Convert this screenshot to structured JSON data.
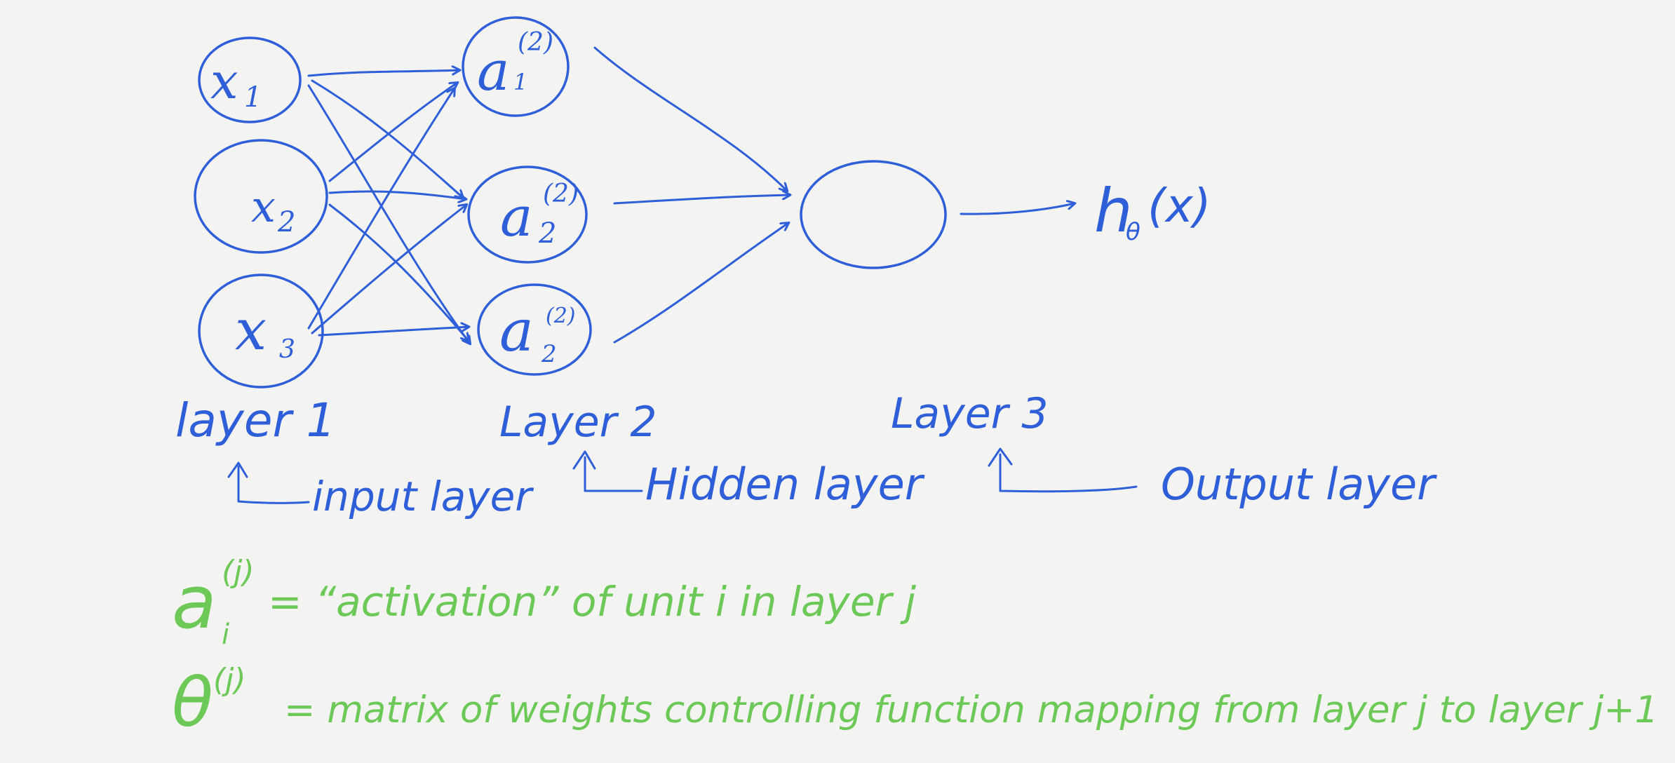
{
  "colors": {
    "ink_blue": "#2f5fd8",
    "ink_green": "#6cc957",
    "paper": "#f3f3f2"
  },
  "nodes": {
    "x1": "x",
    "x1_sub": "1",
    "x2": "x",
    "x2_sub": "2",
    "x3": "x",
    "x3_sub": "3",
    "a1": "a",
    "a1_sub": "1",
    "a1_sup": "(2)",
    "a2": "a",
    "a2_sub": "2",
    "a2_sup": "(2)",
    "a3": "a",
    "a3_sub": "2",
    "a3_sup": "(2)"
  },
  "output_label": {
    "h": "h",
    "sub": "θ",
    "arg": "(x)"
  },
  "layers": {
    "layer1": "layer 1",
    "layer2": "Layer 2",
    "layer3": "Layer 3",
    "input": "input layer",
    "hidden": "Hidden layer",
    "output": "Output layer"
  },
  "definitions": {
    "activation_symbol": "a",
    "activation_sub": "i",
    "activation_sup": "(j)",
    "activation_text": "= “activation” of unit i in layer j",
    "theta_symbol": "θ",
    "theta_sup": "(j)",
    "theta_text": "= matrix of weights controlling function mapping from layer j to layer j+1"
  }
}
